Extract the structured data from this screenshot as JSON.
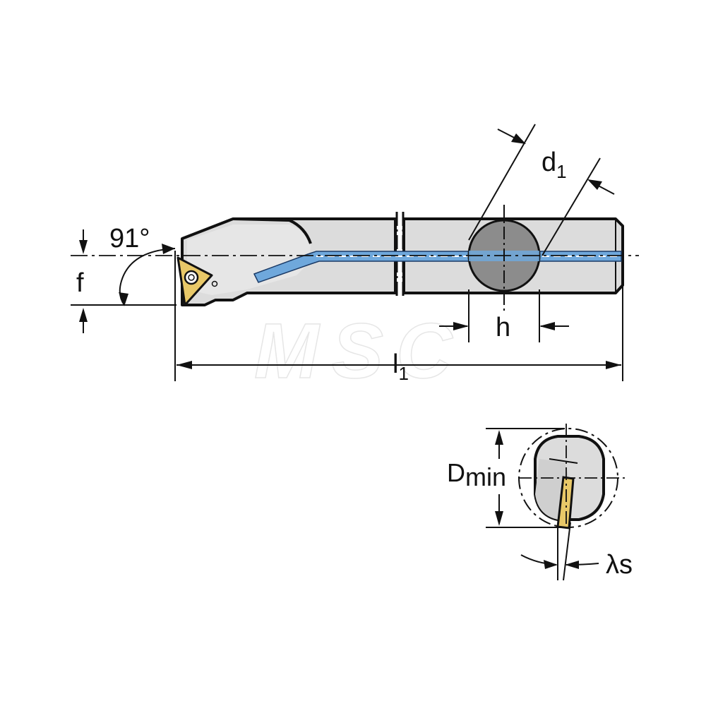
{
  "labels": {
    "angle": "91°",
    "f": "f",
    "d1_main": "d",
    "d1_sub": "1",
    "h": "h",
    "l1_main": "l",
    "l1_sub": "1",
    "dmin_main": "D",
    "dmin_sub": "min",
    "lambda": "λs"
  },
  "watermark": "MSC",
  "colors": {
    "body_fill": "#dcdcdc",
    "outline": "#111111",
    "section_fill": "#8c8c8c",
    "coolant": "#6fa8dc",
    "insert": "#e8c868"
  }
}
